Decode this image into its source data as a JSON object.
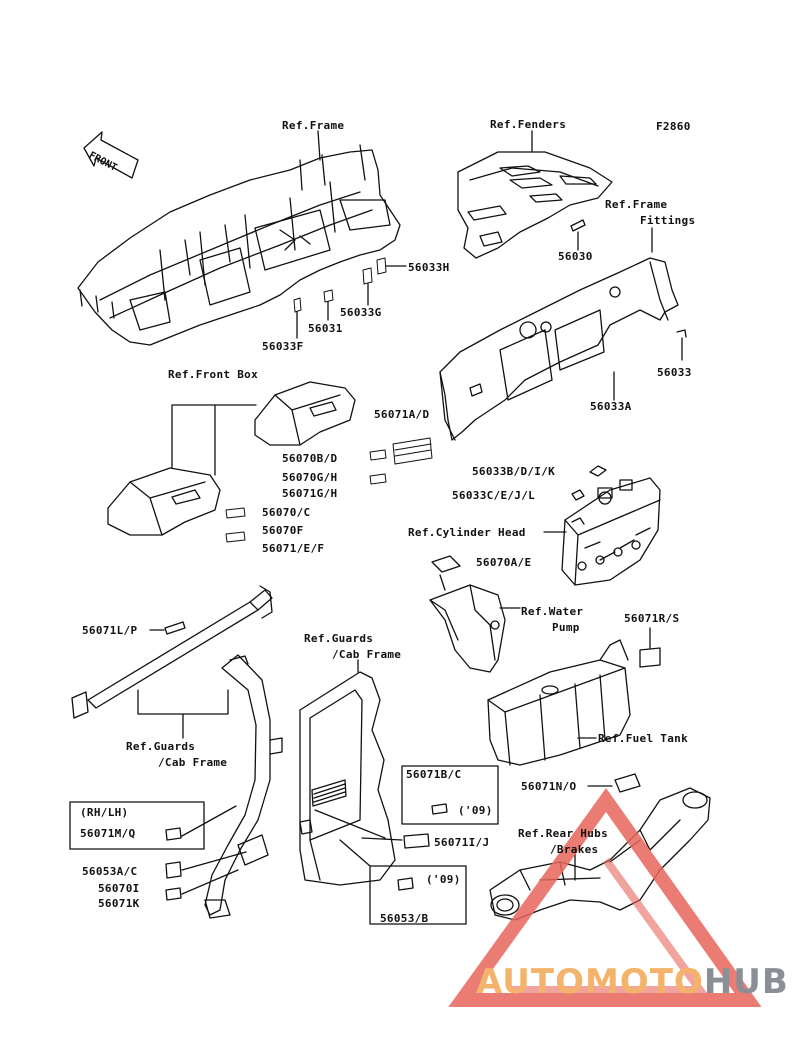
{
  "figure_code": "F2860",
  "front_label": "FRONT",
  "labels": {
    "ref_frame": "Ref.Frame",
    "ref_fenders": "Ref.Fenders",
    "ref_frame_fittings_1": "Ref.Frame",
    "ref_frame_fittings_2": "Fittings",
    "ref_front_box": "Ref.Front Box",
    "ref_cylinder_head": "Ref.Cylinder Head",
    "ref_water_pump_1": "Ref.Water",
    "ref_water_pump_2": "Pump",
    "ref_guards_cab_1": "Ref.Guards",
    "ref_guards_cab_2": "/Cab Frame",
    "ref_guards_cab_left_1": "Ref.Guards",
    "ref_guards_cab_left_2": "/Cab Frame",
    "ref_fuel_tank": "Ref.Fuel Tank",
    "ref_rear_hubs_1": "Ref.Rear Hubs",
    "ref_rear_hubs_2": "/Brakes",
    "rh_lh": "(RH/LH)",
    "year_09_a": "('09)",
    "year_09_b": "('09)"
  },
  "parts": {
    "p56033H": "56033H",
    "p56033G": "56033G",
    "p56031": "56031",
    "p56033F": "56033F",
    "p56030": "56030",
    "p56033": "56033",
    "p56033A": "56033A",
    "p56071AD": "56071A/D",
    "p56070BD": "56070B/D",
    "p56070GH": "56070G/H",
    "p56071GH": "56071G/H",
    "p56070C": "56070/C",
    "p56070F": "56070F",
    "p56071EF": "56071/E/F",
    "p56033BDIK": "56033B/D/I/K",
    "p56033CEJL": "56033C/E/J/L",
    "p56070AE": "56070A/E",
    "p56071LP": "56071L/P",
    "p56071RS": "56071R/S",
    "p56071BC": "56071B/C",
    "p56071NO": "56071N/O",
    "p56071MQ": "56071M/Q",
    "p56071IJ": "56071I/J",
    "p56053AC": "56053A/C",
    "p56070I": "56070I",
    "p56071K": "56071K",
    "p56053B": "56053/B"
  },
  "watermark": {
    "part1": "AUTOMOTO",
    "part2": "HUB",
    "color_primary": "#f4b36a",
    "color_secondary": "#8a8f96",
    "triangle_color": "#e8665c"
  }
}
